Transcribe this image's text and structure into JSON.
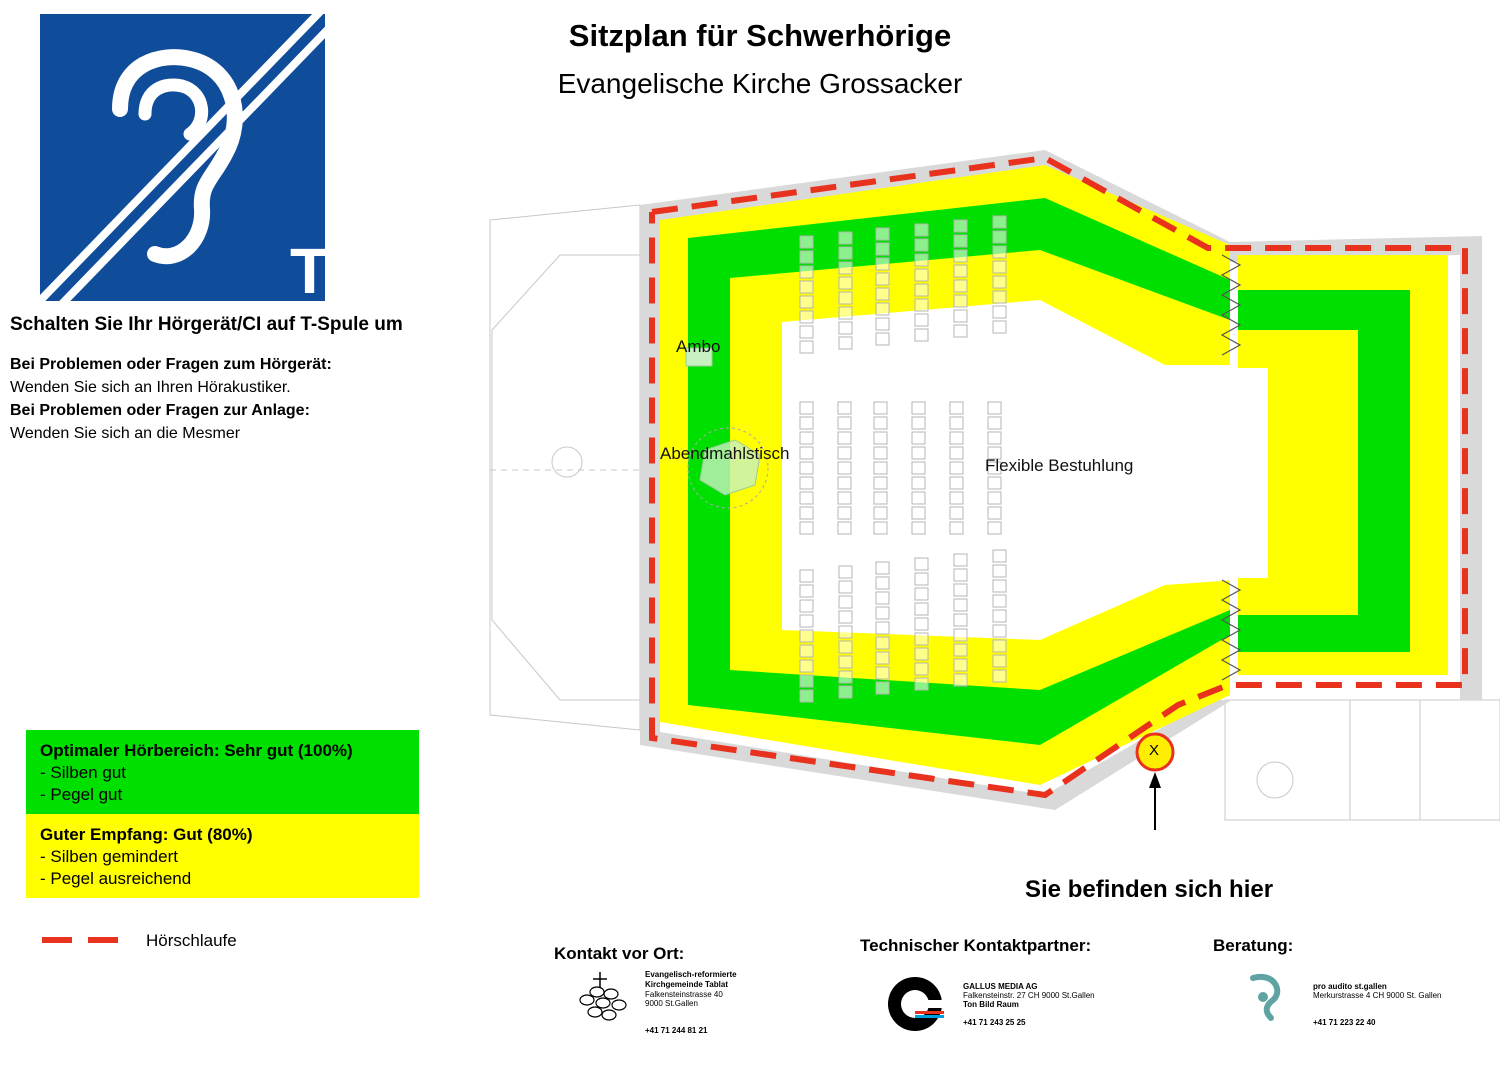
{
  "header": {
    "title": "Sitzplan für Schwerhörige",
    "subtitle": "Evangelische Kirche Grossacker"
  },
  "logo": {
    "icon": "hearing-loop-t-icon",
    "letter": "T",
    "color": "#0f4c9a"
  },
  "instructions": {
    "main": "Schalten Sie Ihr Hörgerät/CI auf T-Spule um",
    "q1_title": "Bei Problemen oder Fragen zum Hörgerät:",
    "q1_text": "Wenden Sie sich an Ihren Hörakustiker.",
    "q2_title": "Bei Problemen oder Fragen zur Anlage:",
    "q2_text": "Wenden Sie sich an die Mesmer"
  },
  "legend": {
    "green": {
      "title": "Optimaler Hörbereich: Sehr gut (100%)",
      "line1": "- Silben gut",
      "line2": "- Pegel gut",
      "color": "#00e000"
    },
    "yellow": {
      "title": "Guter Empfang: Gut (80%)",
      "line1": "- Silben gemindert",
      "line2": "- Pegel ausreichend",
      "color": "#ffff00"
    },
    "loop": {
      "label": "Hörschlaufe",
      "color": "#e8321e"
    }
  },
  "map": {
    "ambo": "Ambo",
    "table": "Abendmahlstisch",
    "seating": "Flexible Bestuhlung",
    "here_marker": "X",
    "here_label": "Sie befinden sich hier"
  },
  "footer": {
    "local": {
      "heading": "Kontakt vor Ort:",
      "name1": "Evangelisch-reformierte",
      "name2": "Kirchgemeinde Tablat",
      "addr1": "Falkensteinstrasse 40",
      "addr2": "9000 St.Gallen",
      "phone": "+41 71 244 81 21"
    },
    "tech": {
      "heading": "Technischer Kontaktpartner:",
      "name": "GALLUS MEDIA AG",
      "addr": "Falkensteinstr. 27 CH 9000 St.Gallen",
      "tag": "Ton Bild Raum",
      "phone": "+41 71 243 25 25"
    },
    "advice": {
      "heading": "Beratung:",
      "name": "pro audito st.gallen",
      "addr": "Merkurstrasse 4 CH 9000 St. Gallen",
      "phone": "+41 71 223 22 40"
    }
  }
}
